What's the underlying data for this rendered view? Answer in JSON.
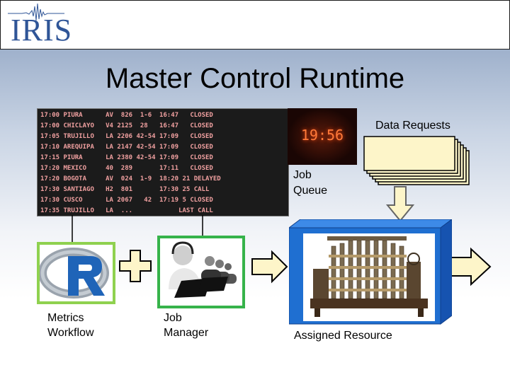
{
  "header": {
    "logo_text": "IRIS"
  },
  "title": "Master Control Runtime",
  "labels": {
    "data_requests": "Data Requests",
    "job_queue_line1": "Job",
    "job_queue_line2": "Queue",
    "metrics_line1": "Metrics",
    "metrics_line2": "Workflow",
    "job_manager_line1": "Job",
    "job_manager_line2": "Manager",
    "assigned_resource": "Assigned Resource"
  },
  "nixie_display": "19:56",
  "departure_board": [
    "17:00 PIURA      AV  826  1-6  16:47   CLOSED",
    "17:00 CHICLAYO   V4 2125  28   16:47   CLOSED",
    "17:05 TRUJILLO   LA 2206 42-54 17:09   CLOSED",
    "17:10 AREQUIPA   LA 2147 42-54 17:09   CLOSED",
    "17:15 PIURA      LA 2380 42-54 17:09   CLOSED",
    "17:20 MEXICO     40  289       17:11   CLOSED",
    "17:20 BOGOTA     AV  024  1-9  18:20 21 DELAYED",
    "17:30 SANTIAGO   H2  801       17:30 25 CALL",
    "17:30 CUSCO      LA 2067   42  17:19 5 CLOSED",
    "17:35 TRUJILLO   LA  ...            LAST CALL"
  ],
  "colors": {
    "logo_blue": "#2f5597",
    "r_border": "#8fd14f",
    "job_manager_border": "#36b34a",
    "machine_blue": "#1f6fd1",
    "arrow_fill": "#fdf5c9",
    "stack_fill": "#fdf5c9"
  },
  "icons": {
    "logo": "iris-seismograph-logo",
    "r": "r-language-logo",
    "job_manager": "call-center-people-icon",
    "machine": "difference-engine-machine"
  }
}
